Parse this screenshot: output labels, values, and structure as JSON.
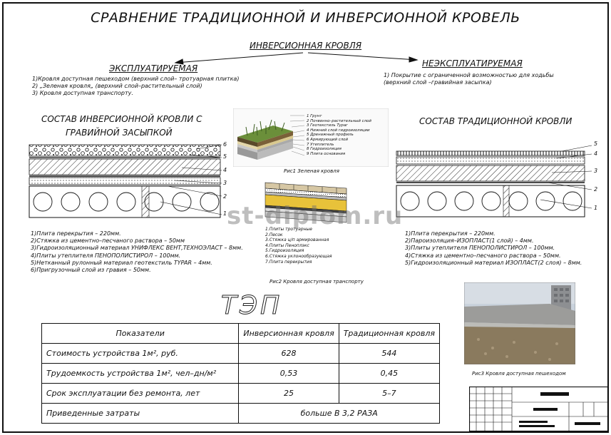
{
  "title": "СРАВНЕНИЕ ТРАДИЦИОННОЙ И ИНВЕРСИОННОЙ КРОВЕЛЬ",
  "inversion_heading": "ИНВЕРСИОННАЯ КРОВЛЯ",
  "exploitable": {
    "heading": "ЭКСПЛУАТИРУЕМАЯ",
    "items": [
      "1)Кровля доступная пешеходом (верхний слой– тротуарная плитка)",
      "2) „Зеленая кровля„ (верхний слой–растительный слой)",
      "3) Кровля доступная транспорту."
    ]
  },
  "non_exploitable": {
    "heading": "НЕЭКСПЛУАТИРУЕМАЯ",
    "items": [
      "1) Покрытие с ограниченной возможностью для ходьбы",
      "(верхний слой –гравийная засыпка)"
    ]
  },
  "inversion_section": {
    "title_line1": "СОСТАВ ИНВЕРСИОННОЙ КРОВЛИ С",
    "title_line2": "ГРАВИЙНОЙ ЗАСЫПКОЙ",
    "layer_numbers": [
      "6",
      "5",
      "4",
      "3",
      "2",
      "1"
    ],
    "items": [
      "1)Плита перекрытия – 220мм.",
      "2)Стяжка из цементно–песчаного раствора – 50мм",
      "3)Гидроизоляционный материал УНИФЛЕКС ВЕНТ,ТЕХНОЭЛАСТ – 8мм.",
      "4)Плиты утеплителя ПЕНОПОЛИСТИРОЛ – 100мм.",
      "5)Нетканный рулонный материал геотекстиль TYPAR – 4мм.",
      "6)Пригрузочный слой из гравия – 50мм."
    ]
  },
  "traditional_section": {
    "title": "СОСТАВ ТРАДИЦИОННОЙ КРОВЛИ",
    "layer_numbers": [
      "5",
      "4",
      "3",
      "2",
      "1"
    ],
    "items": [
      "1)Плита перекрытия – 220мм.",
      "2)Пароизоляция–ИЗОПЛАСТ(1 слой) – 4мм.",
      "3)Плиты утеплителя ПЕНОПОЛИСТИРОЛ – 100мм.",
      "4)Стяжка из цементно–песчаного раствора – 50мм.",
      "5)Гидроизоляционный материал ИЗОПЛАСТ(2 слоя) – 8мм."
    ]
  },
  "fig1": {
    "caption": "Рис1 Зеленая кровля",
    "legend": [
      "1 Грунт",
      "2 Почвенно–растительный слой",
      "3 Геотекстиль Typar",
      "4 Нижний слой гидроизоляции",
      "5 Дренажный профиль",
      "6 Армирующий слой",
      "7 Утеплитель",
      "8 Гидроизоляция",
      "9 Плита основания"
    ]
  },
  "fig2": {
    "caption": "Рис2 Кровля доступная транспорту",
    "legend": [
      "1.Плиты тротуарные",
      "2.Песок",
      "3.Стяжка ц/п армированная",
      "4.Плиты Пеноплэкс",
      "5.Гидроизоляция",
      "6.Стяжка уклонообразующая",
      "7.Плита перекрытия"
    ]
  },
  "fig3": {
    "caption": "Рис3 Кровля доступная пешеходом"
  },
  "watermark": "st-diplom.ru",
  "tep": {
    "title": "ТЭП",
    "headers": [
      "Показатели",
      "Инверсионная кровля",
      "Традиционная кровля"
    ],
    "rows": [
      {
        "label": "Стоимость устройства 1м², руб.",
        "inv": "628",
        "trad": "544"
      },
      {
        "label": "Трудоемкость устройства 1м², чел–дн/м²",
        "inv": "0,53",
        "trad": "0,45"
      },
      {
        "label": "Срок эксплуатации без ремонта, лет",
        "inv": "25",
        "trad": "5–7"
      }
    ],
    "last_label": "Приведенные затраты",
    "last_value": "больше  В 3,2 РАЗА"
  },
  "colors": {
    "ink": "#111111",
    "insulation_yellow": "#e8c23a",
    "paving": "#b9a98c",
    "sky": "#c9d2dc",
    "gravel": "#9a8a6e"
  }
}
